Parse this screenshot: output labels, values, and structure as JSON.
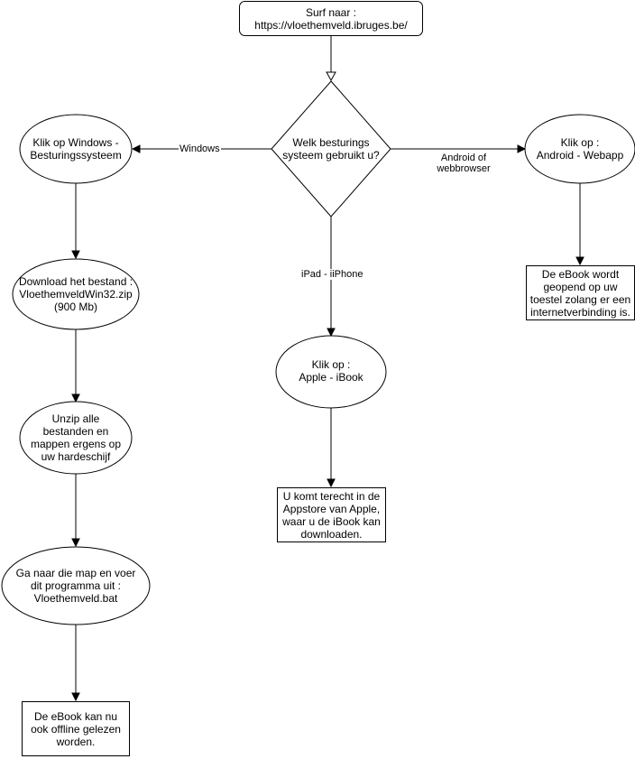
{
  "colors": {
    "stroke": "#000000",
    "fill": "#ffffff",
    "text": "#000000"
  },
  "nodes": {
    "start": "Surf naar :\nhttps://vloethemveld.ibruges.be/",
    "decision": "Welk besturings\nsysteem gebruikt u?",
    "windows_click": "Klik op Windows -\nBesturingssysteem",
    "download": "Download het bestand :\nVloethemveldWin32.zip\n(900 Mb)",
    "unzip": "Unzip alle\nbestanden en\nmappen ergens op\nuw hardeschijf",
    "run": "Ga naar die map en voer\ndit programma uit :\nVloethemveld.bat",
    "offline": "De eBook kan nu\nook offline gelezen\nworden.",
    "apple_click": "Klik op :\nApple - iBook",
    "appstore": "U komt terecht in de\nAppstore van Apple,\nwaar u de iBook kan\ndownloaden.",
    "android_click": "Klik op :\nAndroid - Webapp",
    "webapp": "De eBook wordt\ngeopend op uw\ntoestel zolang er een\ninternetverbinding is."
  },
  "edges": {
    "windows": "Windows",
    "ipad": "iPad - iiPhone",
    "android": "Android of\nwebbrowser"
  }
}
